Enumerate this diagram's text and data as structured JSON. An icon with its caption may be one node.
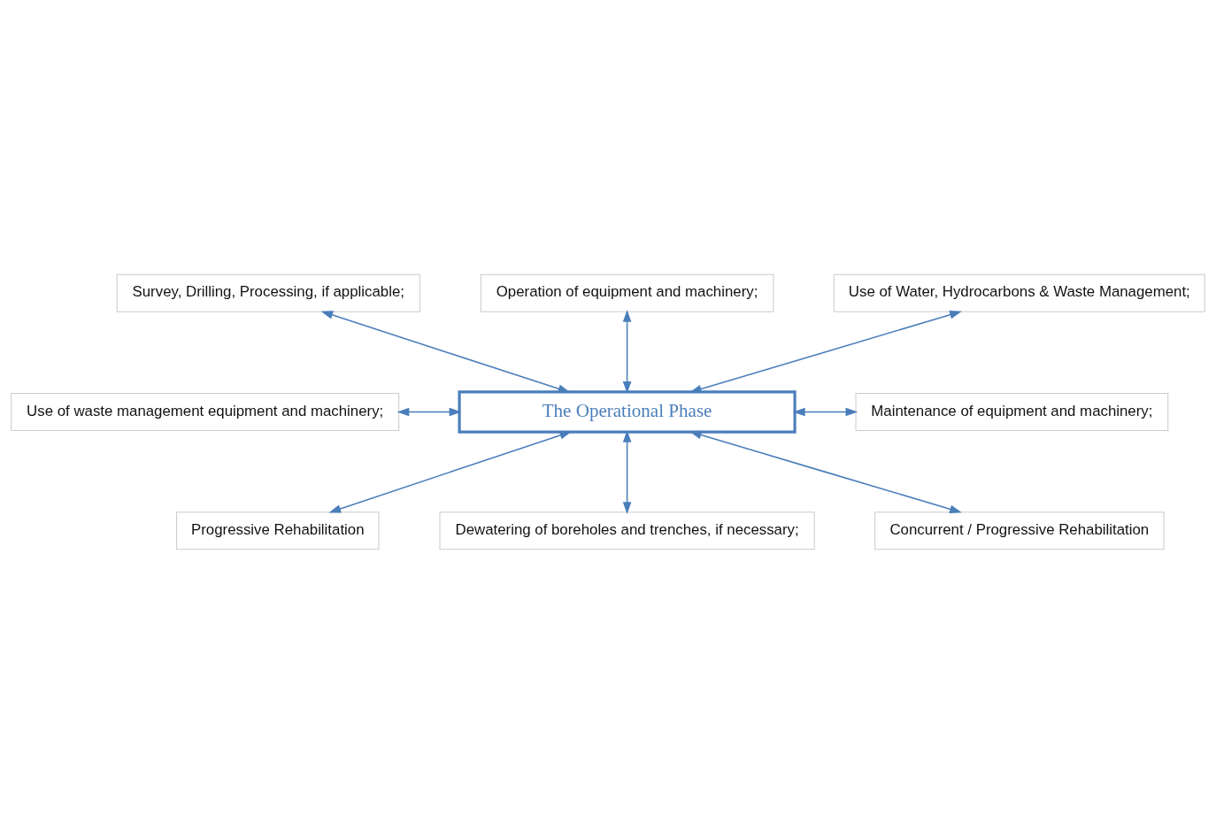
{
  "diagram": {
    "nodes": [
      {
        "text": [
          "Survey, Drilling, Processing, if applicable;"
        ]
      },
      {
        "text": [
          "Operation of equipment and machinery;"
        ]
      },
      {
        "text": [
          "Use of Water, Hydrocarbons & Waste Management;"
        ]
      },
      {
        "text": [
          "Use of waste management equipment and machinery;"
        ]
      },
      {
        "text": [
          "The Operational Phase"
        ]
      },
      {
        "text": [
          "Maintenance of equipment and machinery;"
        ]
      },
      {
        "text": [
          "Progressive Rehabilitation"
        ]
      },
      {
        "text": [
          "Dewatering of boreholes and trenches, if necessary;"
        ]
      },
      {
        "text": [
          "Concurrent / Progressive Rehabilitation"
        ]
      }
    ],
    "edges": [
      {
        "from": 0,
        "to": 4,
        "arrow": "both"
      },
      {
        "from": 1,
        "to": 4,
        "arrow": "both"
      },
      {
        "from": 2,
        "to": 4,
        "arrow": "both"
      },
      {
        "from": 3,
        "to": 4,
        "arrow": "both"
      },
      {
        "from": 4,
        "to": 5,
        "arrow": "both"
      },
      {
        "from": 4,
        "to": 6,
        "arrow": "both"
      },
      {
        "from": 4,
        "to": 7,
        "arrow": "both"
      },
      {
        "from": 4,
        "to": 8,
        "arrow": "both"
      }
    ]
  }
}
